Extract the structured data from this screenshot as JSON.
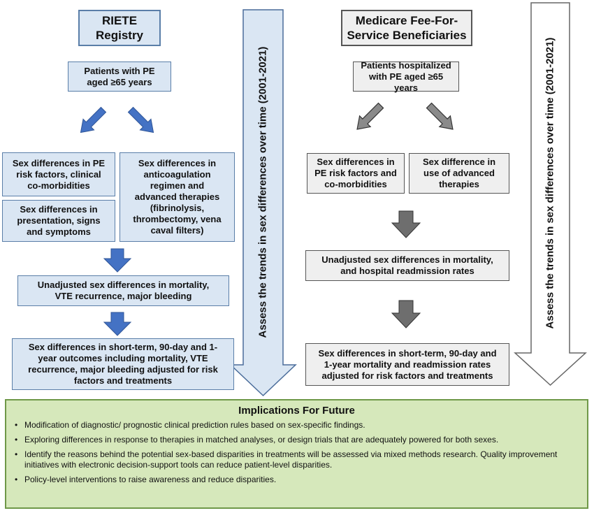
{
  "left": {
    "title": "RIETE\nRegistry",
    "patients": "Patients with PE\naged ≥65 years",
    "risk_factors": "Sex differences in PE\nrisk factors, clinical\nco-morbidities",
    "presentation": "Sex differences in\npresentation, signs\nand symptoms",
    "therapies": "Sex differences in\nanticoagulation\nregimen and\nadvanced therapies\n(fibrinolysis,\nthrombectomy, vena\ncaval filters)",
    "unadjusted": "Unadjusted sex differences in mortality,\nVTE recurrence, major bleeding",
    "adjusted": "Sex differences in short-term, 90-day and 1-\nyear outcomes including mortality, VTE\nrecurrence, major bleeding adjusted for risk\nfactors and treatments"
  },
  "left_arrow_label": "Assess the trends in sex differences over time (2001-2021)",
  "right": {
    "title": "Medicare Fee-For-\nService Beneficiaries",
    "patients": "Patients hospitalized\nwith PE aged ≥65 years",
    "risk_factors": "Sex differences in\nPE risk factors and\nco-morbidities",
    "therapies": "Sex difference in\nuse of advanced\ntherapies",
    "unadjusted": "Unadjusted sex differences in mortality,\nand hospital readmission rates",
    "adjusted": "Sex differences in short-term, 90-day and\n1-year mortality and readmission rates\nadjusted for risk factors and treatments"
  },
  "right_arrow_label": "Assess the trends in sex differences over time (2001-2021)",
  "implications": {
    "title": "Implications For Future",
    "bullet_glyph": "•",
    "items": [
      "Modification of diagnostic/ prognostic clinical prediction rules based on sex-specific findings.",
      "Exploring differences in response to therapies in matched analyses, or design trials that are adequately powered for both sexes.",
      "Identify the reasons behind the potential sex-based disparities in treatments will be assessed via mixed methods research. Quality improvement initiatives with electronic decision-support tools can reduce patient-level disparities.",
      "Policy-level interventions to raise awareness and reduce disparities."
    ]
  },
  "colors": {
    "blue_fill": "#dae6f3",
    "blue_arrow": "#4472c4",
    "gray_fill": "#efefef",
    "gray_arrow": "#6e6e6e",
    "green_fill": "#d6e8bb",
    "green_border": "#6f9848"
  }
}
